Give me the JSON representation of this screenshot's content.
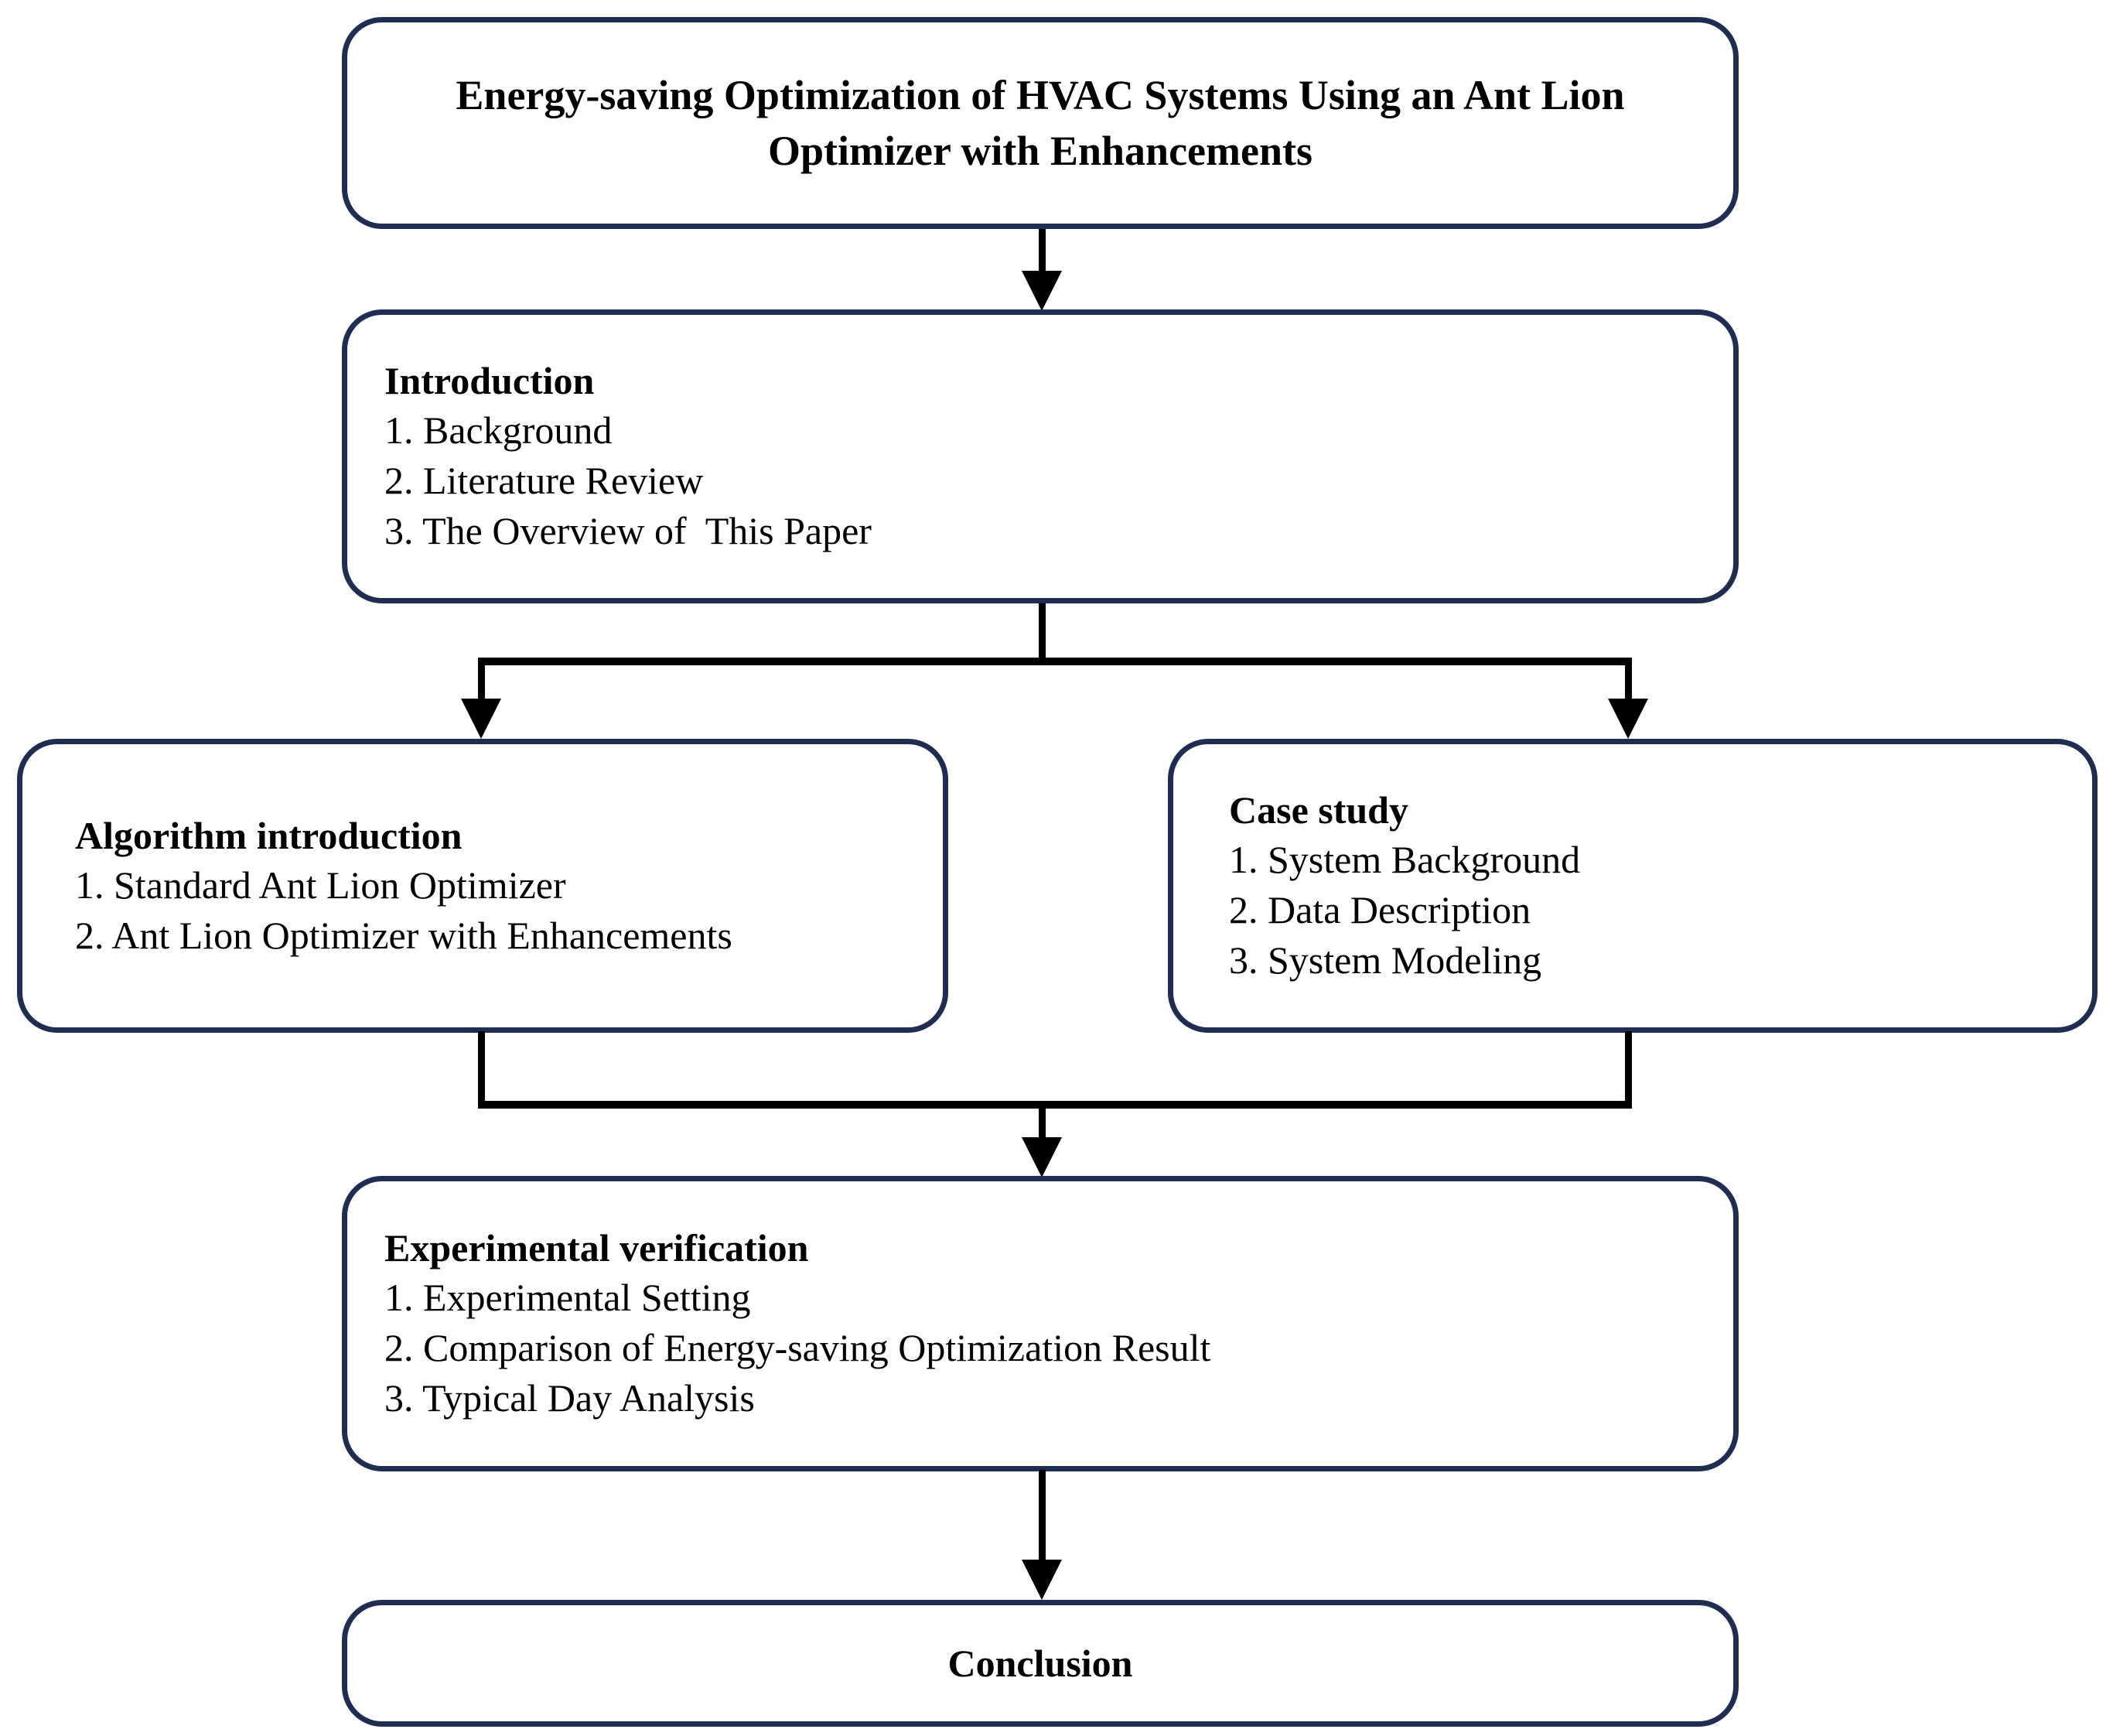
{
  "diagram": {
    "accent_border_color": "#1f2d52",
    "connector_color": "#000000",
    "nodes": {
      "title": {
        "label": "Energy-saving Optimization of HVAC Systems Using an Ant Lion Optimizer with Enhancements"
      },
      "introduction": {
        "heading": "Introduction",
        "items": [
          "1. Background",
          "2. Literature Review",
          "3. The Overview of  This Paper"
        ]
      },
      "algorithm": {
        "heading": "Algorithm introduction",
        "items": [
          "1. Standard Ant Lion Optimizer",
          "2. Ant Lion Optimizer with Enhancements"
        ]
      },
      "case_study": {
        "heading": "Case study",
        "items": [
          "1. System Background",
          "2. Data Description",
          "3. System Modeling"
        ]
      },
      "experimental": {
        "heading": "Experimental verification",
        "items": [
          "1. Experimental Setting",
          "2. Comparison of Energy-saving Optimization Result",
          "3. Typical Day Analysis"
        ]
      },
      "conclusion": {
        "heading": "Conclusion"
      }
    }
  }
}
